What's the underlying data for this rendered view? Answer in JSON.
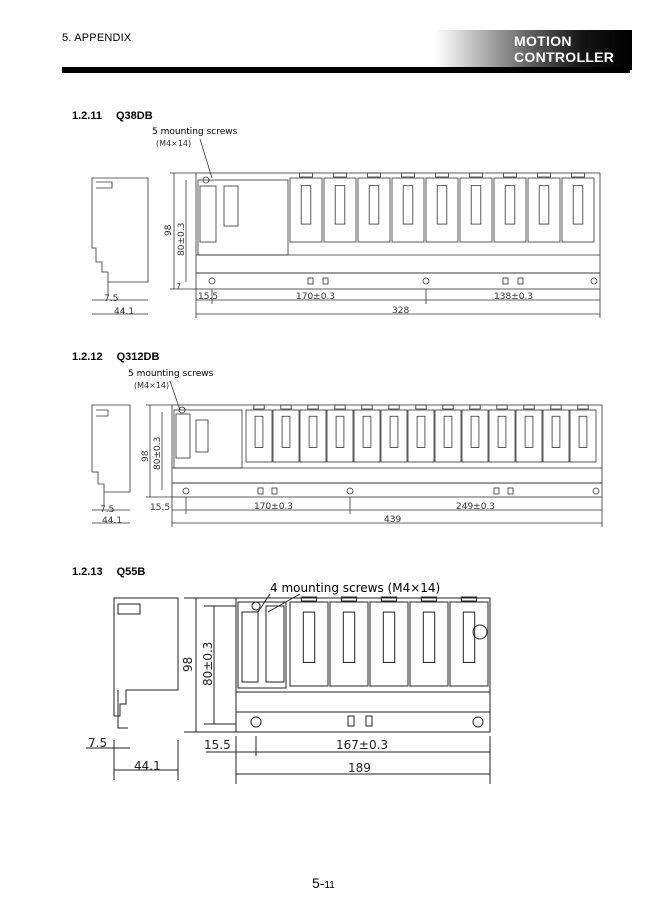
{
  "header": {
    "chapter": "5. APPENDIX",
    "title_line1": "MOTION",
    "title_line2": "CONTROLLER"
  },
  "sections": [
    {
      "number": "1.2.11",
      "name": "Q38DB",
      "callout": "5 mounting screws",
      "screw_spec": "(M4×14)",
      "dims": {
        "height_total": "98",
        "height_mount": "80±0.3",
        "depth_offset": "7.5",
        "depth": "44.1",
        "left_offset": "15.5",
        "pitch_1": "170±0.3",
        "pitch_2": "138±0.3",
        "width": "328",
        "bottom_offset": "7"
      }
    },
    {
      "number": "1.2.12",
      "name": "Q312DB",
      "callout": "5 mounting screws",
      "screw_spec": "(M4×14)",
      "dims": {
        "height_total": "98",
        "height_mount": "80±0.3",
        "depth_offset": "7.5",
        "depth": "44.1",
        "left_offset": "15.5",
        "pitch_1": "170±0.3",
        "pitch_2": "249±0.3",
        "width": "439"
      }
    },
    {
      "number": "1.2.13",
      "name": "Q55B",
      "callout": "4 mounting screws (M4×14)",
      "dims": {
        "height_total": "98",
        "height_mount": "80±0.3",
        "depth_offset": "7.5",
        "depth": "44.1",
        "left_offset": "15.5",
        "pitch_1": "167±0.3",
        "width": "189"
      }
    }
  ],
  "footer": {
    "page_prefix": "5-",
    "page_number": "11"
  }
}
